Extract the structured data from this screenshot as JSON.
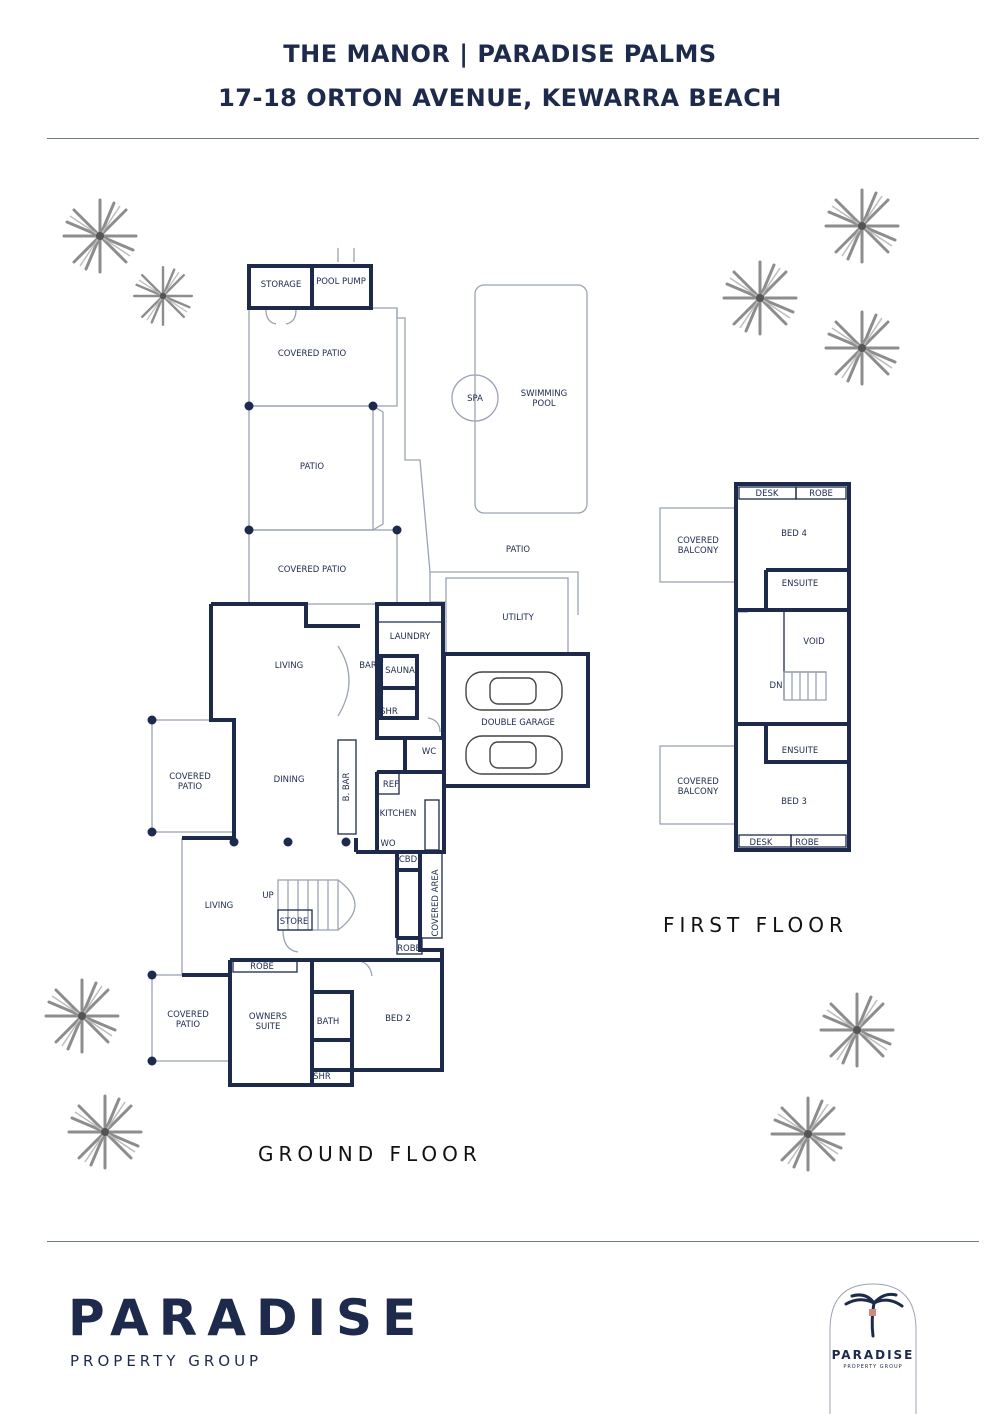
{
  "header": {
    "title_line1": "THE MANOR | PARADISE PALMS",
    "title_line2": "17-18 ORTON AVENUE, KEWARRA BEACH"
  },
  "ground_floor": {
    "label": "GROUND FLOOR",
    "rooms": {
      "storage": "STORAGE",
      "pool_pump": "POOL PUMP",
      "covered_patio_top": "COVERED PATIO",
      "patio_mid": "PATIO",
      "covered_patio_mid": "COVERED PATIO",
      "spa": "SPA",
      "swimming_pool_1": "SWIMMING",
      "swimming_pool_2": "POOL",
      "patio_right": "PATIO",
      "utility": "UTILITY",
      "living_top": "LIVING",
      "bar": "BAR",
      "laundry": "LAUNDRY",
      "sauna": "SAUNA",
      "shr_top": "SHR",
      "wc": "WC",
      "double_garage": "DOUBLE GARAGE",
      "covered_patio_left_1": "COVERED",
      "covered_patio_left_2": "PATIO",
      "dining": "DINING",
      "b_bar": "B. BAR",
      "ref": "REF",
      "kitchen": "KITCHEN",
      "wo": "WO",
      "cbd": "CBD",
      "covered_area": "COVERED AREA",
      "up": "UP",
      "living_bottom": "LIVING",
      "store": "STORE",
      "robe_bed2": "ROBE",
      "robe_owners": "ROBE",
      "covered_patio_bl_1": "COVERED",
      "covered_patio_bl_2": "PATIO",
      "owners_suite_1": "OWNERS",
      "owners_suite_2": "SUITE",
      "bath": "BATH",
      "shr_bottom": "SHR",
      "bed2": "BED 2"
    }
  },
  "first_floor": {
    "label": "FIRST FLOOR",
    "rooms": {
      "desk_top": "DESK",
      "robe_top": "ROBE",
      "bed4": "BED 4",
      "covered_balcony_top_1": "COVERED",
      "covered_balcony_top_2": "BALCONY",
      "ensuite_top": "ENSUITE",
      "void": "VOID",
      "dn": "DN",
      "ensuite_bottom": "ENSUITE",
      "covered_balcony_bottom_1": "COVERED",
      "covered_balcony_bottom_2": "BALCONY",
      "bed3": "BED 3",
      "desk_bottom": "DESK",
      "robe_bottom": "ROBE"
    }
  },
  "footer": {
    "brand_name": "PARADISE",
    "brand_sub": "PROPERTY GROUP",
    "logo_name": "PARADISE",
    "logo_sub": "PROPERTY GROUP"
  },
  "colors": {
    "navy": "#1d2a4c",
    "rule": "#6b7791",
    "thin_wall": "#9aa3b5"
  }
}
